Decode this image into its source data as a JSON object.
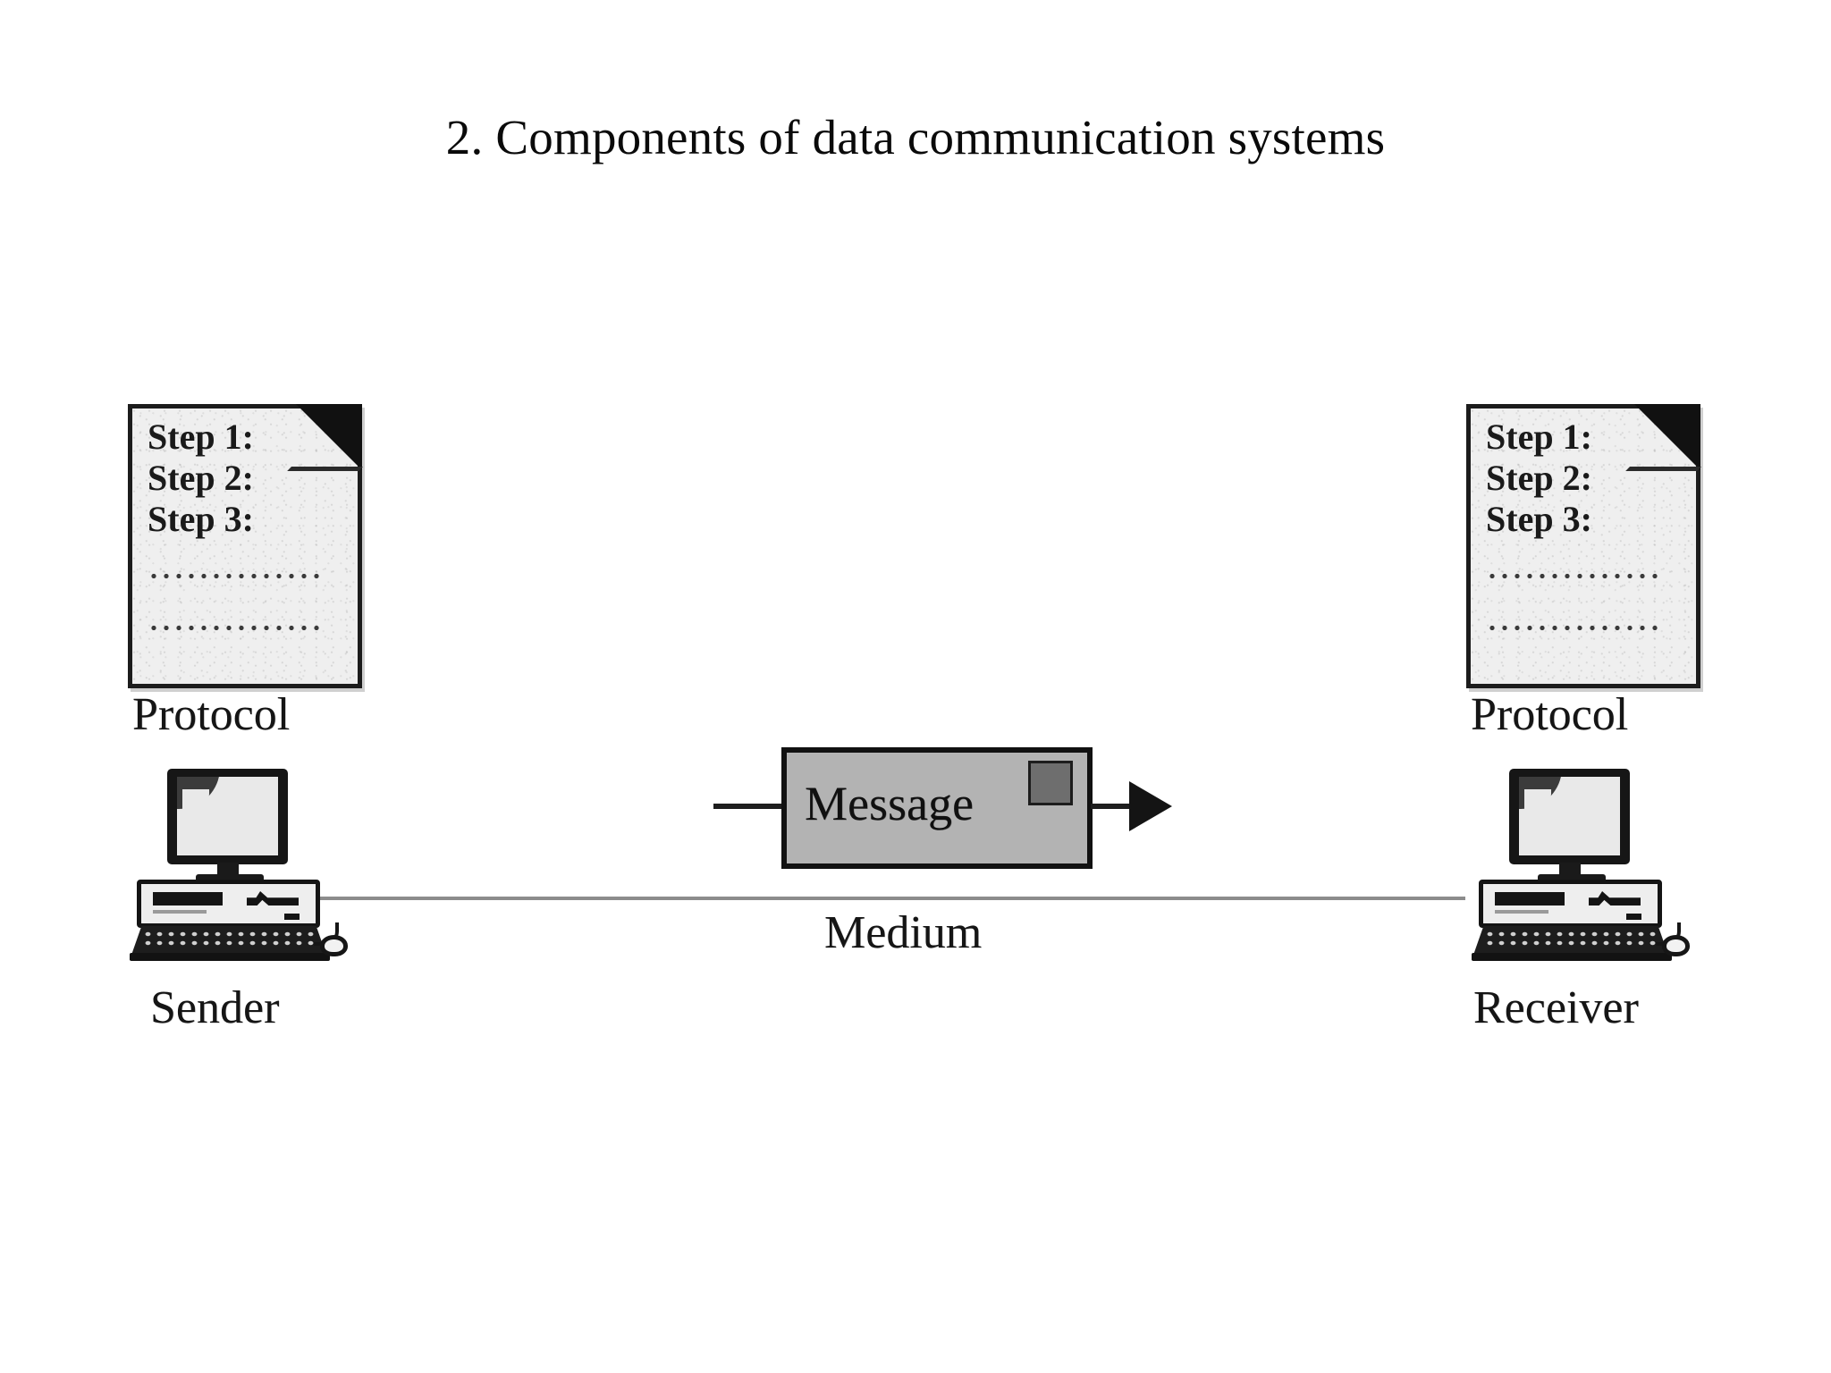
{
  "slide": {
    "title": "2. Components of data communication systems"
  },
  "diagram": {
    "type": "block-diagram",
    "subject": "Components of a data communication system",
    "protocol_left": {
      "label": "Protocol",
      "steps": [
        "Step 1:",
        "Step 2:",
        "Step 3:"
      ],
      "dot_rows": 2,
      "dots_per_row": 14,
      "corner_fold": "folded-page-corner"
    },
    "protocol_right": {
      "label": "Protocol",
      "steps": [
        "Step 1:",
        "Step 2:",
        "Step 3:"
      ],
      "dot_rows": 2,
      "dots_per_row": 14,
      "corner_fold": "folded-page-corner"
    },
    "sender": {
      "label": "Sender",
      "device": "desktop-computer"
    },
    "receiver": {
      "label": "Receiver",
      "device": "desktop-computer"
    },
    "message": {
      "label": "Message",
      "direction": "left-to-right",
      "stamp": "envelope-stamp"
    },
    "medium": {
      "label": "Medium",
      "style": "solid-line"
    },
    "colors": {
      "ink": "#111111",
      "paper": "#efefef",
      "message_fill": "#b3b3b3",
      "medium_line": "#8c8c8c",
      "background": "#ffffff"
    }
  }
}
